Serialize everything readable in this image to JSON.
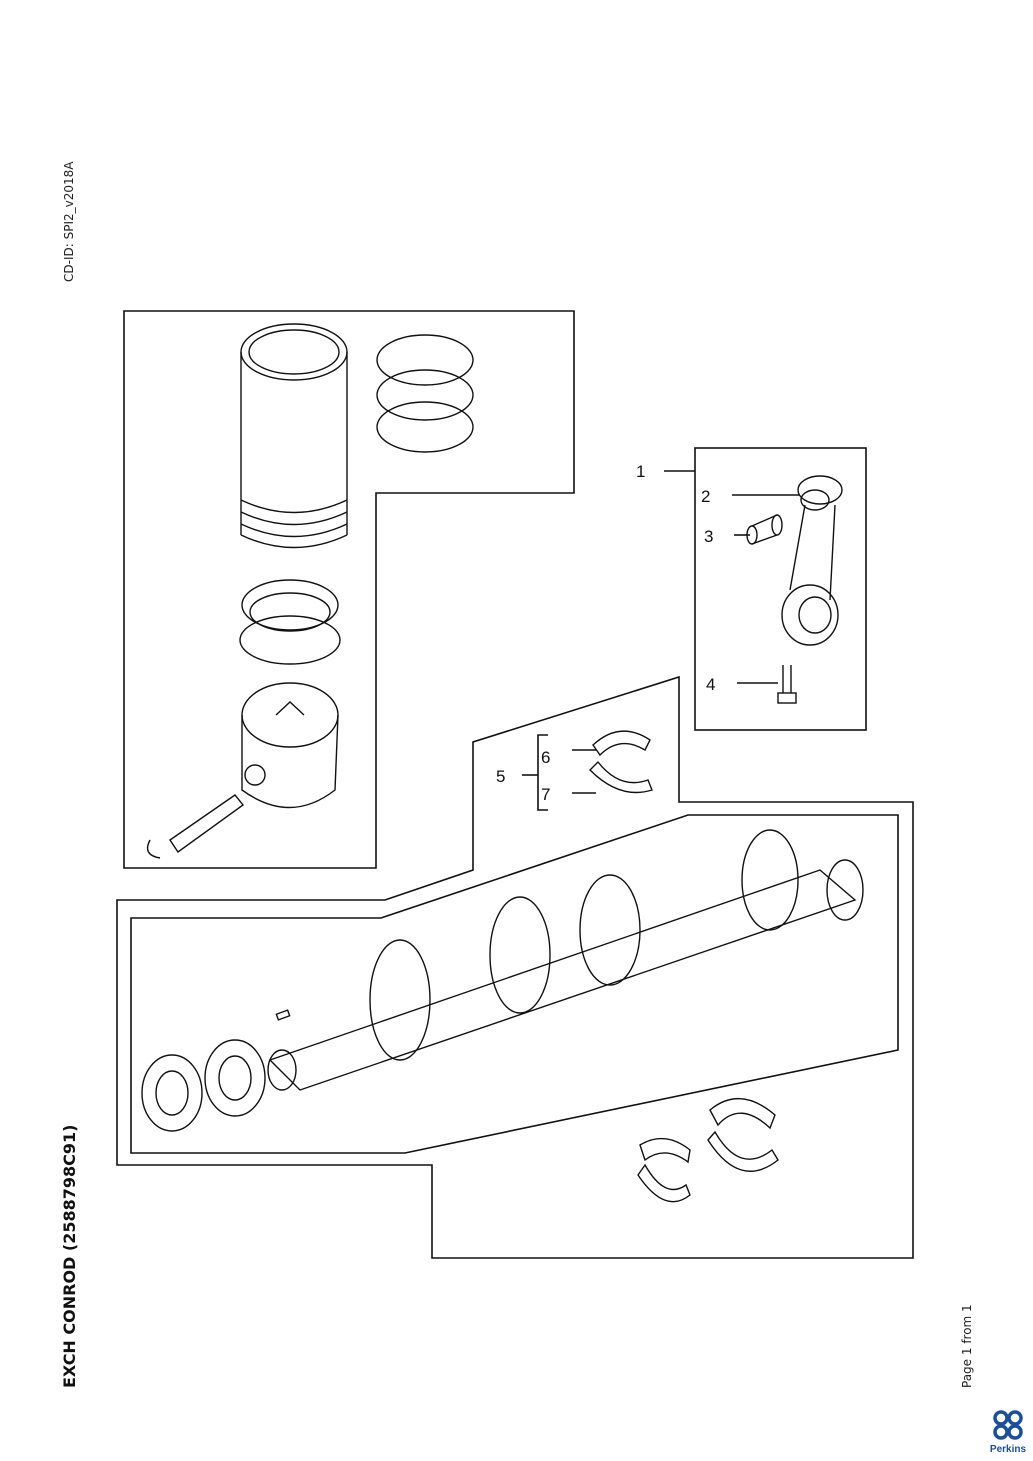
{
  "header": {
    "cd_id": "CD-ID: SPI2_v2018A"
  },
  "title": "EXCH CONROD (2588798C91)",
  "footer": {
    "page_info": "Page 1 from 1",
    "logo_text": "Perkins",
    "brand_color": "#1b4f9c"
  },
  "callouts": [
    "1",
    "2",
    "3",
    "4",
    "5",
    "6",
    "7"
  ]
}
